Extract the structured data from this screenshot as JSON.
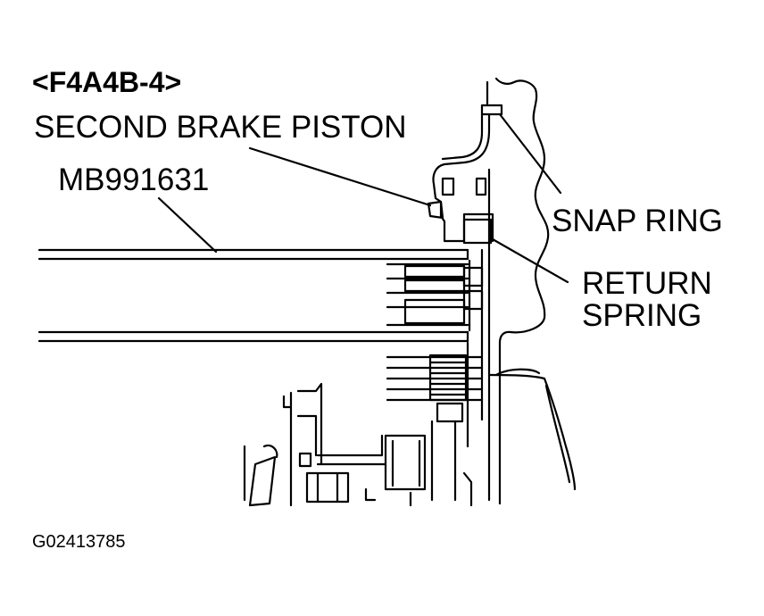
{
  "title": "<F4A4B-4>",
  "labels": {
    "second_brake_piston": "SECOND BRAKE PISTON",
    "special_tool": "MB991631",
    "snap_ring": "SNAP RING",
    "return_spring_line1": "RETURN",
    "return_spring_line2": "SPRING"
  },
  "figure_id": "G02413785",
  "colors": {
    "line": "#000000",
    "background": "#ffffff"
  }
}
